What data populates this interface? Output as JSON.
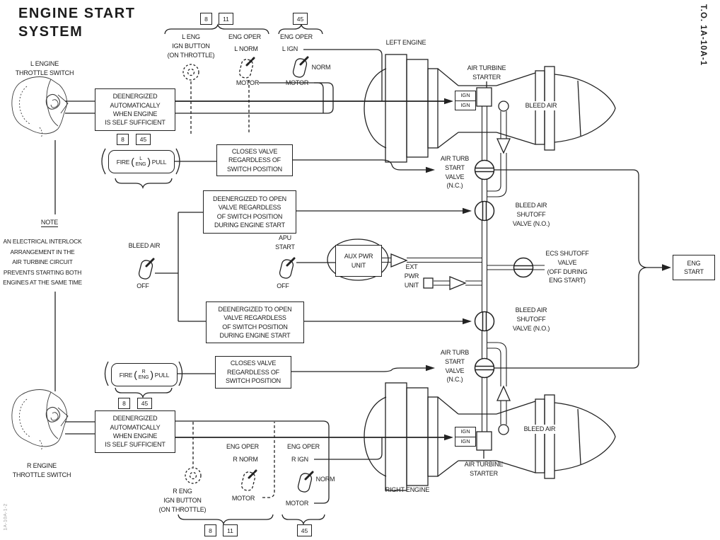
{
  "page": {
    "title": "ENGINE START\nSYSTEM",
    "to_number": "T.O. 1A-10A-1",
    "figure_code": "1A-10A-1-2"
  },
  "refs": {
    "r8": "8",
    "r11": "11",
    "r45": "45"
  },
  "throttle": {
    "left": "L ENGINE\nTHROTTLE SWITCH",
    "right": "R ENGINE\nTHROTTLE SWITCH"
  },
  "note": {
    "title": "NOTE",
    "body": "AN ELECTRICAL INTERLOCK\nARRANGEMENT IN THE\nAIR TURBINE CIRCUIT\nPREVENTS STARTING BOTH\nENGINES AT THE SAME TIME"
  },
  "controls": {
    "l_ign_button": "L ENG\nIGN BUTTON\n(ON THROTTLE)",
    "r_ign_button": "R ENG\nIGN BUTTON\n(ON THROTTLE)",
    "eng_oper": "ENG OPER",
    "l_norm": "L NORM",
    "l_ign": "L IGN",
    "r_norm": "R NORM",
    "r_ign": "R IGN",
    "norm": "NORM",
    "motor": "MOTOR",
    "bleed_air": "BLEED AIR",
    "apu_start": "APU\nSTART",
    "off": "OFF"
  },
  "relays": {
    "deenergized_auto": "DEENERGIZED\nAUTOMATICALLY\nWHEN ENGINE\nIS SELF SUFFICIENT",
    "closes_valve": "CLOSES VALVE\nREGARDLESS OF\nSWITCH POSITION",
    "deenergized_open": "DEENERGIZED TO OPEN\nVALVE REGARDLESS\nOF SWITCH POSITION\nDURING ENGINE START"
  },
  "fire_handle": {
    "fire": "FIRE",
    "l": "L",
    "r": "R",
    "eng": "ENG",
    "pull": "PULL",
    "lparen": "(",
    "rparen": ")"
  },
  "power": {
    "aux_pwr_unit": "AUX PWR\nUNIT",
    "ext_pwr_unit": "EXT\nPWR\nUNIT"
  },
  "engines": {
    "left": "LEFT ENGINE",
    "right": "RIGHT ENGINE",
    "starter": "AIR TURBINE\nSTARTER",
    "bleed_air": "BLEED AIR",
    "ign": "IGN"
  },
  "valves": {
    "air_turb_start": "AIR TURB\nSTART\nVALVE\n(N.C.)",
    "bleed_air_shutoff": "BLEED AIR\nSHUTOFF\nVALVE (N.O.)",
    "ecs": "ECS SHUTOFF\nVALVE\n(OFF DURING\nENG START)"
  },
  "output": {
    "eng_start": "ENG\nSTART"
  }
}
